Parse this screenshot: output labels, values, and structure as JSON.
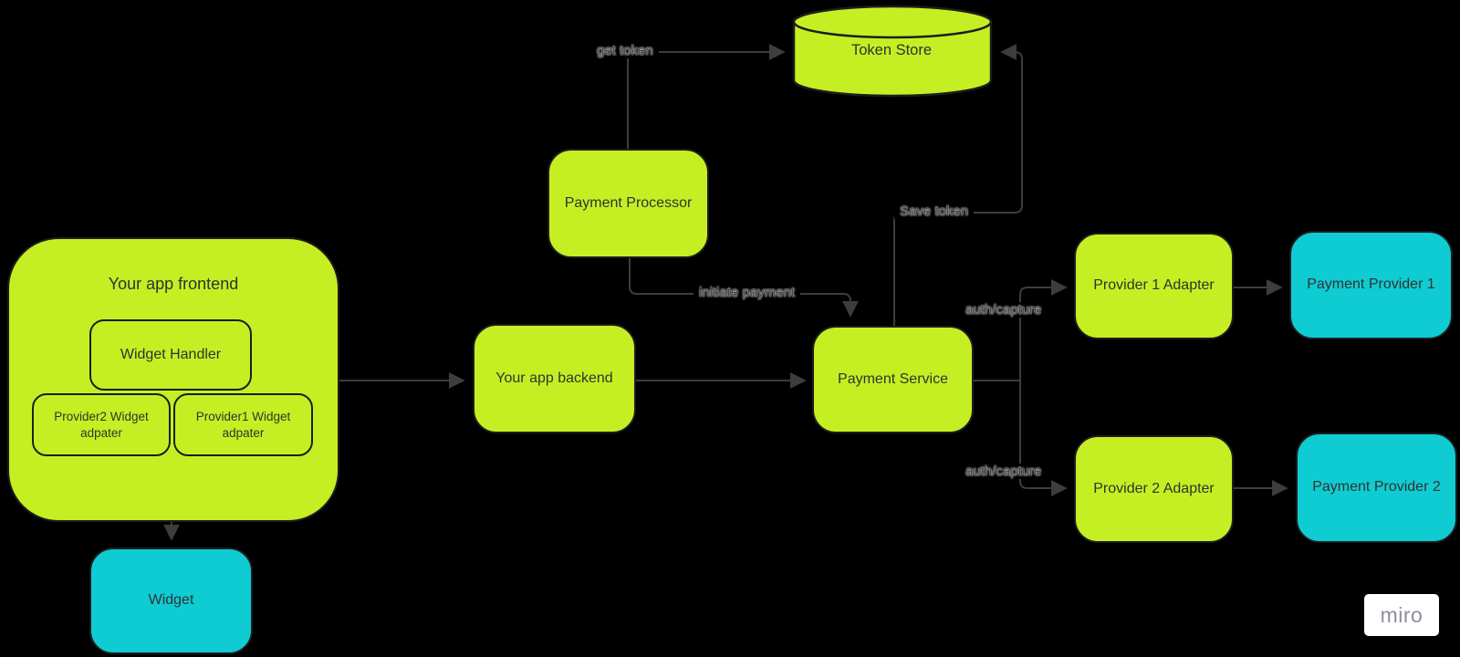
{
  "colors": {
    "bg": "#000000",
    "lime": "#c6ef23",
    "cyan": "#0fccd3",
    "line": "#3d3d3d",
    "border": "#1d1d1d",
    "node-text": "#323232",
    "label-text": "#454545",
    "wm-bg": "#ffffff",
    "wm-text": "#8e8e9e"
  },
  "nodes": {
    "frontend": "Your app frontend",
    "widget_handler": "Widget Handler",
    "provider2_widget": "Provider2 Widget adpater",
    "provider1_widget": "Provider1 Widget adpater",
    "widget": "Widget",
    "backend": "Your app backend",
    "processor": "Payment Processor",
    "token_store": "Token Store",
    "payment_service": "Payment Service",
    "provider1_adapter": "Provider 1 Adapter",
    "payment_provider1": "Payment Provider 1",
    "provider2_adapter": "Provider 2 Adapter",
    "payment_provider2": "Payment Provider 2"
  },
  "edge_labels": {
    "get_token": "get token",
    "initiate_payment": "initiate payment",
    "save_token": "Save token",
    "auth_capture_top": "auth/capture",
    "auth_capture_bottom": "auth/capture"
  },
  "watermark": "miro"
}
